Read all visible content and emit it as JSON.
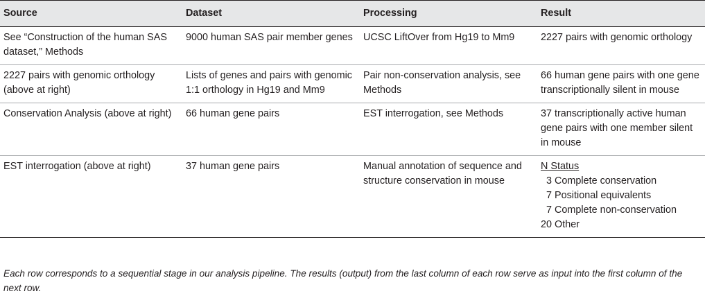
{
  "table": {
    "headers": [
      "Source",
      "Dataset",
      "Processing",
      "Result"
    ],
    "rows": [
      {
        "source": "See “Construction of the human SAS dataset,” Methods",
        "dataset": "9000 human SAS pair member genes",
        "processing": "UCSC LiftOver from Hg19 to Mm9",
        "result": "2227 pairs with genomic orthology"
      },
      {
        "source": "2227 pairs with genomic orthology (above at right)",
        "dataset": "Lists of genes and pairs with genomic 1:1 orthology in Hg19 and Mm9",
        "processing": "Pair non-conservation analysis, see Methods",
        "result": "66 human gene pairs with one gene transcriptionally silent in mouse"
      },
      {
        "source": "Conservation Analysis (above at right)",
        "dataset": "66 human gene pairs",
        "processing": "EST interrogation, see Methods",
        "result": "37 transcriptionally active human gene pairs with one member silent in mouse"
      },
      {
        "source": "EST interrogation (above at right)",
        "dataset": "37 human gene pairs",
        "processing": "Manual annotation of sequence and structure conservation in mouse",
        "result_header": "N Status",
        "result_lines": [
          "  3 Complete conservation",
          "  7 Positional equivalents",
          "  7 Complete non-conservation",
          "20 Other"
        ]
      }
    ]
  },
  "footnote": "Each row corresponds to a sequential stage in our analysis pipeline. The results (output) from the last column of each row serve as input into the first column of the next row."
}
